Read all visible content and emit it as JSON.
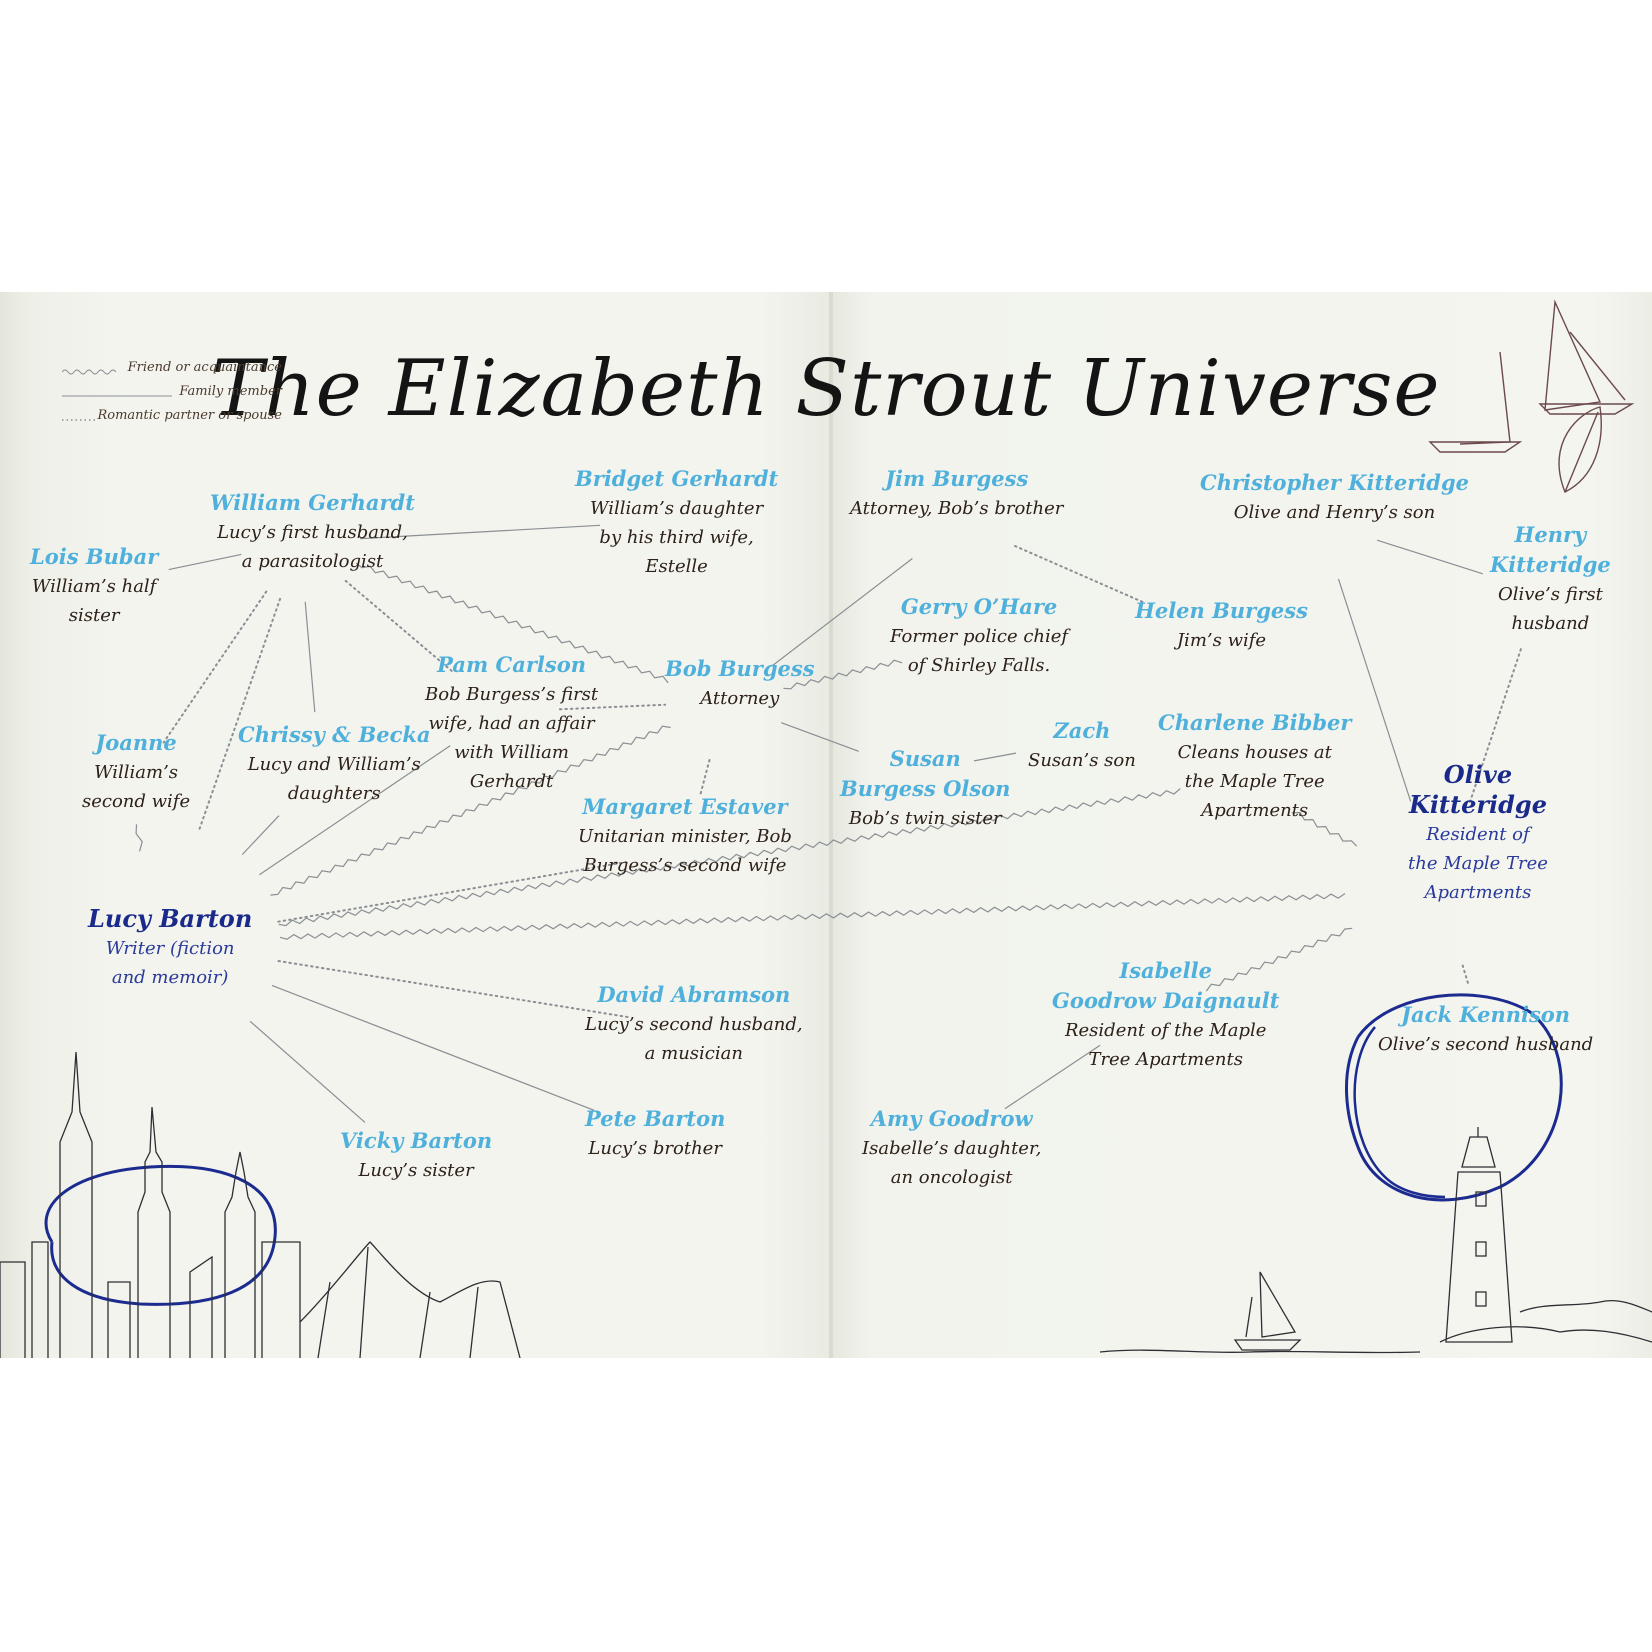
{
  "title": "The Elizabeth Strout Universe",
  "legend": [
    {
      "label": "Friend or acquaintance",
      "style": "wavy"
    },
    {
      "label": "Family member",
      "style": "solid"
    },
    {
      "label": "Romantic partner or spouse",
      "style": "dotted"
    }
  ],
  "colors": {
    "name": "#4fb0dc",
    "hub_name": "#1a2a8a",
    "hub_ring": "#1b2b8f",
    "description": "#2d2118",
    "line": "#8a8f94",
    "page": "#f1f2ec"
  },
  "characters": {
    "lucy": {
      "name": "Lucy Barton",
      "desc": [
        "Writer (fiction",
        "and memoir)"
      ]
    },
    "olive": {
      "name": [
        "Olive",
        "Kitteridge"
      ],
      "desc": [
        "Resident of",
        "the Maple Tree",
        "Apartments"
      ]
    },
    "william": {
      "name": "William Gerhardt",
      "desc": [
        "Lucy’s first husband,",
        "a parasitologist"
      ]
    },
    "lois": {
      "name": "Lois Bubar",
      "desc": [
        "William’s half",
        "sister"
      ]
    },
    "bridget": {
      "name": "Bridget Gerhardt",
      "desc": [
        "William’s daughter",
        "by his third wife,",
        "Estelle"
      ]
    },
    "jim": {
      "name": "Jim Burgess",
      "desc": [
        "Attorney, Bob’s brother"
      ]
    },
    "christopher": {
      "name": "Christopher Kitteridge",
      "desc": [
        "Olive and Henry’s son"
      ]
    },
    "henry": {
      "name": [
        "Henry",
        "Kitteridge"
      ],
      "desc": [
        "Olive’s first",
        "husband"
      ]
    },
    "gerry": {
      "name": "Gerry O’Hare",
      "desc": [
        "Former police chief",
        "of Shirley Falls."
      ]
    },
    "helen": {
      "name": "Helen Burgess",
      "desc": [
        "Jim’s wife"
      ]
    },
    "pam": {
      "name": "Pam Carlson",
      "desc": [
        "Bob Burgess’s first",
        "wife, had an affair",
        "with William",
        "Gerhardt"
      ]
    },
    "bob": {
      "name": "Bob Burgess",
      "desc": [
        "Attorney"
      ]
    },
    "joanne": {
      "name": "Joanne",
      "desc": [
        "William’s",
        "second wife"
      ]
    },
    "chrissy": {
      "name": "Chrissy & Becka",
      "desc": [
        "Lucy and William’s",
        "daughters"
      ]
    },
    "zach": {
      "name": "Zach",
      "desc": [
        "Susan’s son"
      ]
    },
    "charlene": {
      "name": "Charlene Bibber",
      "desc": [
        "Cleans houses at",
        "the Maple Tree",
        "Apartments"
      ]
    },
    "susan": {
      "name": [
        "Susan",
        "Burgess Olson"
      ],
      "desc": [
        "Bob’s twin sister"
      ]
    },
    "margaret": {
      "name": "Margaret Estaver",
      "desc": [
        "Unitarian minister, Bob",
        "Burgess’s second wife"
      ]
    },
    "isabelle": {
      "name": [
        "Isabelle",
        "Goodrow Daignault"
      ],
      "desc": [
        "Resident of the Maple",
        "Tree Apartments"
      ]
    },
    "jack": {
      "name": "Jack Kennison",
      "desc": [
        "Olive’s second husband"
      ]
    },
    "david": {
      "name": "David Abramson",
      "desc": [
        "Lucy’s second husband,",
        "a musician"
      ]
    },
    "pete": {
      "name": "Pete Barton",
      "desc": [
        "Lucy’s brother"
      ]
    },
    "vicky": {
      "name": "Vicky Barton",
      "desc": [
        "Lucy’s sister"
      ]
    },
    "amy": {
      "name": "Amy Goodrow",
      "desc": [
        "Isabelle’s daughter,",
        "an oncologist"
      ]
    }
  },
  "links": [
    {
      "from": "lucy",
      "to": "william",
      "kind": "dotted"
    },
    {
      "from": "lucy",
      "to": "joanne",
      "kind": "wavy"
    },
    {
      "from": "lucy",
      "to": "chrissy",
      "kind": "solid"
    },
    {
      "from": "lucy",
      "to": "pam",
      "kind": "solid"
    },
    {
      "from": "lucy",
      "to": "bob",
      "kind": "wavy"
    },
    {
      "from": "lucy",
      "to": "margaret",
      "kind": "dotted"
    },
    {
      "from": "lucy",
      "to": "charlene",
      "kind": "wavy"
    },
    {
      "from": "lucy",
      "to": "olive",
      "kind": "wavy"
    },
    {
      "from": "lucy",
      "to": "david",
      "kind": "dotted"
    },
    {
      "from": "lucy",
      "to": "pete",
      "kind": "solid"
    },
    {
      "from": "lucy",
      "to": "vicky",
      "kind": "solid"
    },
    {
      "from": "william",
      "to": "lois",
      "kind": "solid"
    },
    {
      "from": "william",
      "to": "bridget",
      "kind": "solid"
    },
    {
      "from": "william",
      "to": "joanne",
      "kind": "dotted"
    },
    {
      "from": "william",
      "to": "chrissy",
      "kind": "solid"
    },
    {
      "from": "william",
      "to": "pam",
      "kind": "dotted"
    },
    {
      "from": "william",
      "to": "bob",
      "kind": "wavy"
    },
    {
      "from": "pam",
      "to": "bob",
      "kind": "dotted"
    },
    {
      "from": "bob",
      "to": "jim",
      "kind": "solid"
    },
    {
      "from": "bob",
      "to": "gerry",
      "kind": "wavy"
    },
    {
      "from": "bob",
      "to": "susan",
      "kind": "solid"
    },
    {
      "from": "bob",
      "to": "margaret",
      "kind": "dotted"
    },
    {
      "from": "jim",
      "to": "helen",
      "kind": "dotted"
    },
    {
      "from": "susan",
      "to": "zach",
      "kind": "solid"
    },
    {
      "from": "olive",
      "to": "christopher",
      "kind": "solid"
    },
    {
      "from": "olive",
      "to": "henry",
      "kind": "dotted"
    },
    {
      "from": "olive",
      "to": "charlene",
      "kind": "wavy"
    },
    {
      "from": "olive",
      "to": "isabelle",
      "kind": "wavy"
    },
    {
      "from": "olive",
      "to": "jack",
      "kind": "dotted"
    },
    {
      "from": "christopher",
      "to": "henry",
      "kind": "solid"
    },
    {
      "from": "isabelle",
      "to": "amy",
      "kind": "solid"
    }
  ]
}
